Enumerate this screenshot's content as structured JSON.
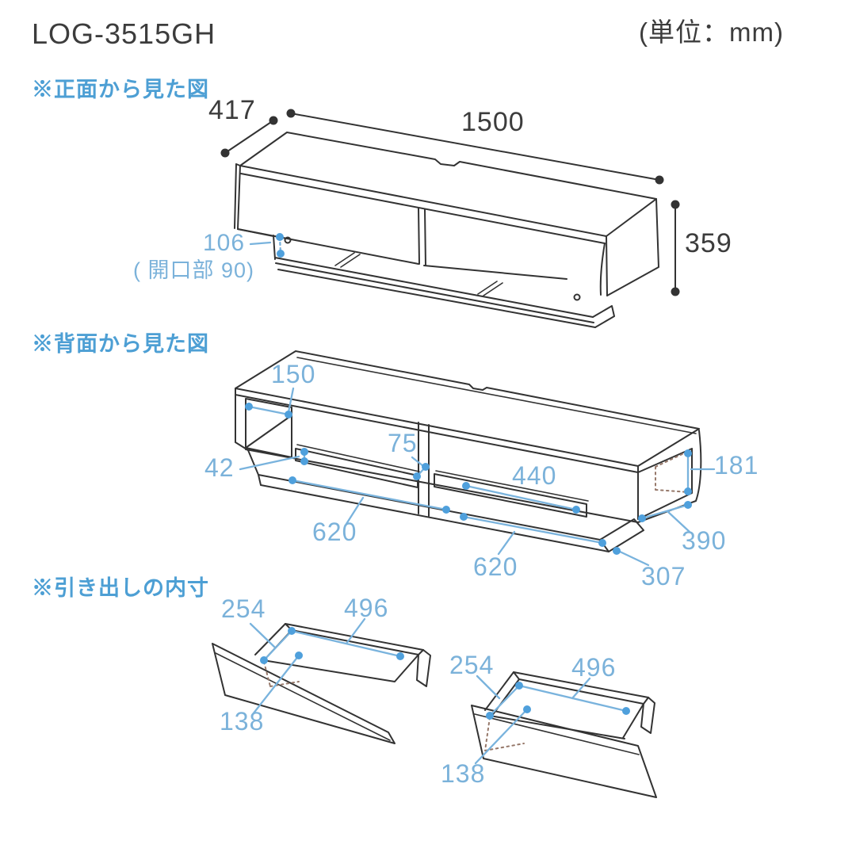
{
  "page": {
    "title": "LOG-3515GH",
    "unit_note": "(単位：mm)"
  },
  "colors": {
    "line_black": "#333333",
    "text_black": "#3c3c3c",
    "blue_header": "#4d9fd4",
    "blue_label": "#7bb2da",
    "blue_dim": "#79b3dd",
    "blue_dot": "#4fa0dc",
    "hidden_line": "#96786a"
  },
  "sections": {
    "front_view": {
      "heading": "※正面から見た図",
      "labels": {
        "depth": "417",
        "width": "1500",
        "height": "359",
        "base_height": "106",
        "opening_note": "( 開口部 90)"
      }
    },
    "back_view": {
      "heading": "※背面から見た図",
      "labels": {
        "left_opening_width": "150",
        "lip_height": "42",
        "center_gap": "75",
        "rail_length": "440",
        "right_opening_height": "181",
        "left_span": "620",
        "bottom_span": "620",
        "base_side_depth": "390",
        "base_bottom_depth": "307"
      }
    },
    "drawer_view": {
      "heading": "※引き出しの内寸",
      "left_drawer": {
        "depth": "254",
        "width": "496",
        "height": "138"
      },
      "right_drawer": {
        "depth": "254",
        "width": "496",
        "height": "138"
      }
    }
  }
}
